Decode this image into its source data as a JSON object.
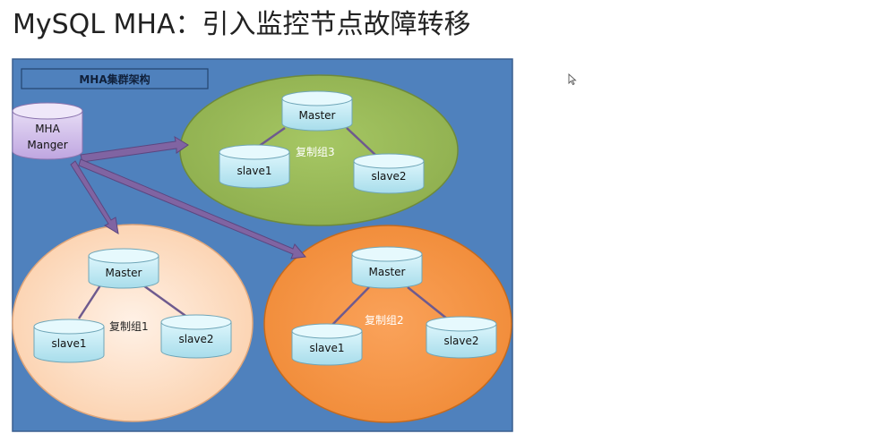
{
  "page": {
    "title": "MySQL MHA：引入监控节点故障转移"
  },
  "diagram": {
    "header_label": "MHA集群架构",
    "manager": {
      "line1": "MHA",
      "line2": "Manger"
    },
    "groups": [
      {
        "id": "group3",
        "label": "复制组3",
        "master": "Master",
        "slave1": "slave1",
        "slave2": "slave2"
      },
      {
        "id": "group1",
        "label": "复制组1",
        "master": "Master",
        "slave1": "slave1",
        "slave2": "slave2"
      },
      {
        "id": "group2",
        "label": "复制组2",
        "master": "Master",
        "slave1": "slave1",
        "slave2": "slave2"
      }
    ]
  },
  "colors": {
    "background_blue": "#4F81BD",
    "group3_fill": "#9BBB59",
    "group1_fill": "#FDDCC4",
    "group2_fill": "#F79646",
    "db_cyl_fill": "#C6EEF8",
    "manager_fill": "#D7C6EE",
    "arrow": "#8064A2"
  }
}
